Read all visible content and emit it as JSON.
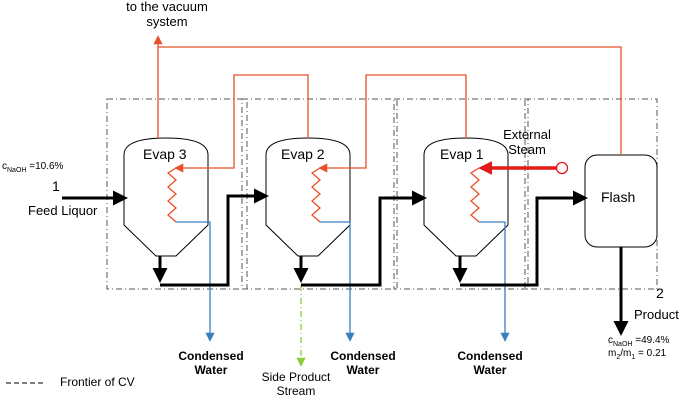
{
  "labels": {
    "vacuum_line1": "to the vacuum",
    "vacuum_line2": "system",
    "evap3": "Evap 3",
    "evap2": "Evap 2",
    "evap1": "Evap 1",
    "flash": "Flash",
    "external_steam_line1": "External",
    "external_steam_line2": "Steam",
    "feed_conc_prefix": "c",
    "feed_conc_sub": "NaOH",
    "feed_conc_value": " =10.6%",
    "feed_number": "1",
    "feed_label": "Feed Liquor",
    "product_number": "2",
    "product_label": "Product",
    "product_conc_prefix": "c",
    "product_conc_sub": "NaOH",
    "product_conc_value": " =49.4%",
    "ratio_m2": "m",
    "ratio_m2_sub": "2",
    "ratio_slash": "/m",
    "ratio_m1_sub": "1",
    "ratio_value": " = 0.21",
    "condensed_water_1_line1": "Condensed",
    "condensed_water_1_line2": "Water",
    "condensed_water_2_line1": "Condensed",
    "condensed_water_2_line2": "Water",
    "condensed_water_3_line1": "Condensed",
    "condensed_water_3_line2": "Water",
    "side_product_line1": "Side Product",
    "side_product_line2": "Stream",
    "legend_frontier": "Frontier of CV"
  },
  "colors": {
    "vapor": "#e8502a",
    "steam": "#e41a1a",
    "condensate": "#3a7fc1",
    "side_product": "#8ccc3c",
    "liquor": "#000000",
    "boundary": "#555555"
  }
}
